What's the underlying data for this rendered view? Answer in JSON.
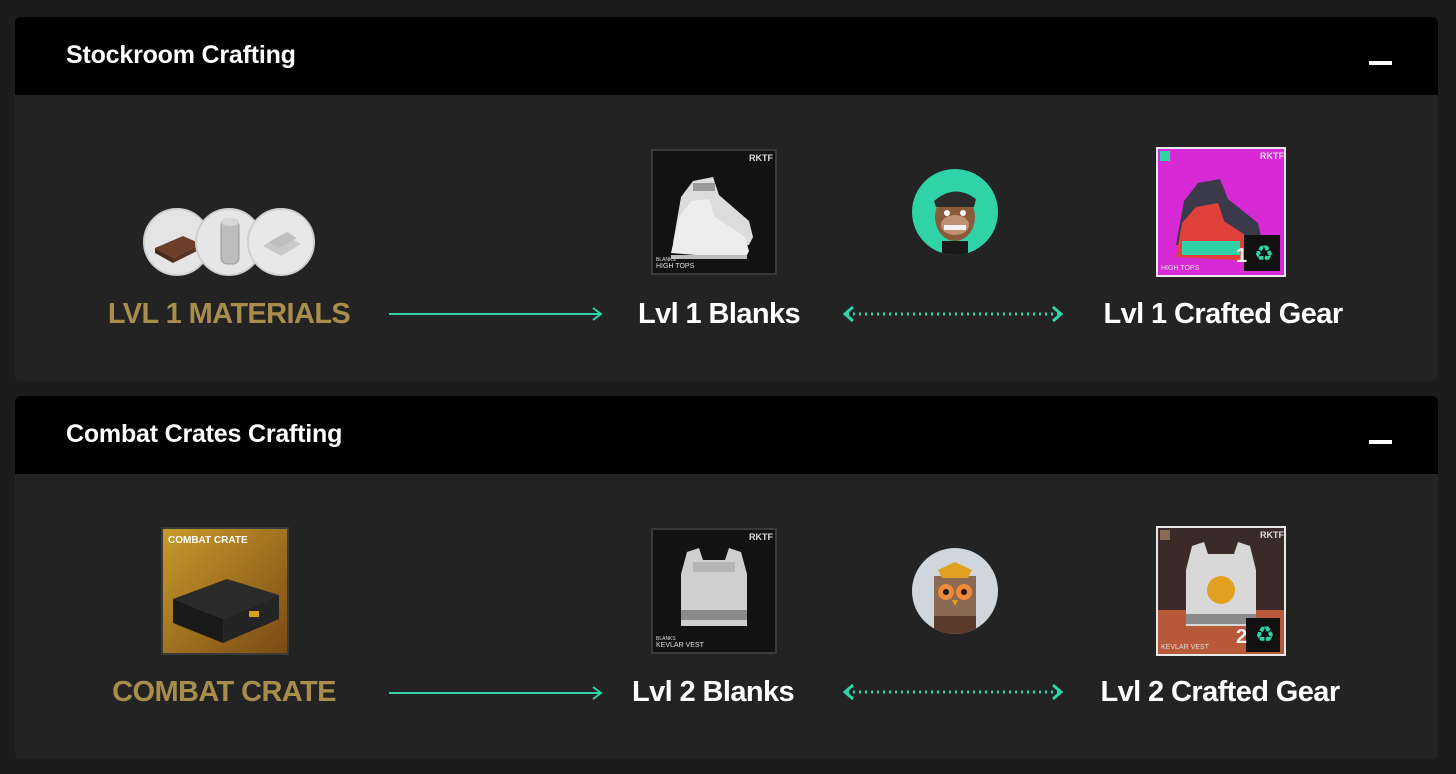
{
  "sections": [
    {
      "title": "Stockroom Crafting",
      "source_label": "LVL 1 MATERIALS",
      "blanks_label": "Lvl 1 Blanks",
      "crafted_label": "Lvl 1 Crafted Gear",
      "blank_card": {
        "brand": "RKTF",
        "badge": "BLANKS",
        "name": "HIGH TOPS"
      },
      "crafted_card": {
        "brand": "RKTF",
        "name": "HIGH TOPS",
        "level": "1"
      }
    },
    {
      "title": "Combat Crates Crafting",
      "source_label": "COMBAT CRATE",
      "blanks_label": "Lvl 2 Blanks",
      "crafted_label": "Lvl 2 Crafted Gear",
      "crate_card": {
        "title": "COMBAT CRATE"
      },
      "blank_card": {
        "brand": "RKTF",
        "badge": "BLANKS",
        "name": "KEVLAR VEST"
      },
      "crafted_card": {
        "brand": "RKTF",
        "name": "KEVLAR VEST",
        "level": "2"
      }
    }
  ],
  "colors": {
    "gold": "#a88d4b",
    "teal": "#2fd3a7",
    "header_bg": "#000000",
    "panel_bg": "#232323",
    "page_bg": "#1c1c1c"
  },
  "icons": {
    "collapse": "minus-icon",
    "arrow_right": "arrow-right-icon",
    "arrow_both": "dotted-double-arrow-icon",
    "recycle": "recycle-icon"
  }
}
